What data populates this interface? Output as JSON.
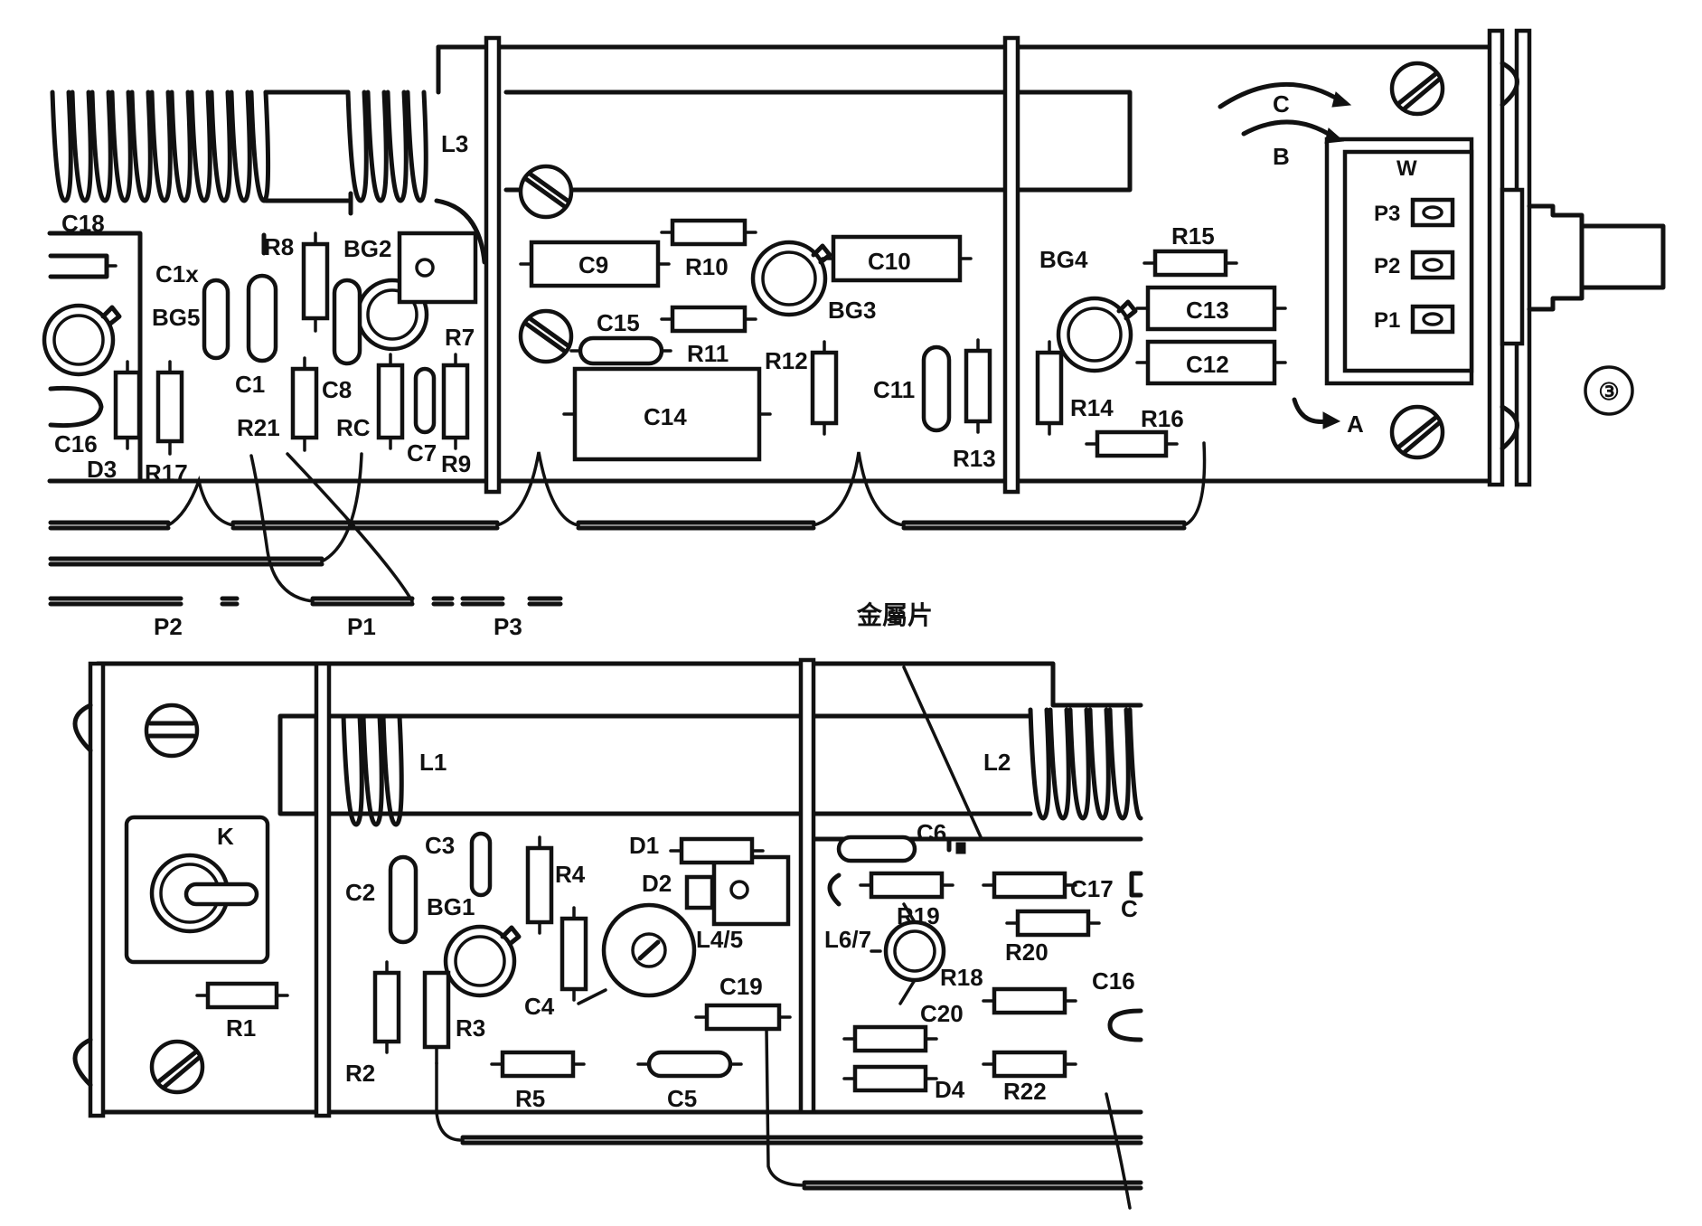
{
  "figure_number": "③",
  "annotation_metal": "金屬片",
  "arrows": {
    "a": "A",
    "b": "B",
    "c": "C"
  },
  "switch": {
    "w": "W",
    "p1": "P1",
    "p2": "P2",
    "p3": "P3"
  },
  "wires_top": {
    "p1": "P1",
    "p2": "P2",
    "p3": "P3"
  },
  "top_board_labels": {
    "c18": "C18",
    "c1x": "C1x",
    "bg5": "BG5",
    "c16": "C16",
    "d3": "D3",
    "r17": "R17",
    "r8": "R8",
    "bg2": "BG2",
    "c1": "C1",
    "r21": "R21",
    "c8": "C8",
    "rc": "RC",
    "c7": "C7",
    "r9": "R9",
    "r7": "R7",
    "l3": "L3",
    "c9": "C9",
    "r10": "R10",
    "c10": "C10",
    "bg3": "BG3",
    "c15": "C15",
    "r11": "R11",
    "c14": "C14",
    "r12": "R12",
    "bg4": "BG4",
    "r15": "R15",
    "c13": "C13",
    "c12": "C12",
    "c11": "C11",
    "r13": "R13",
    "r14": "R14",
    "r16": "R16"
  },
  "bottom_board_labels": {
    "k": "K",
    "r1": "R1",
    "l1": "L1",
    "c3": "C3",
    "c2": "C2",
    "bg1": "BG1",
    "r4": "R4",
    "r2": "R2",
    "r3": "R3",
    "c4": "C4",
    "r5": "R5",
    "d1": "D1",
    "d2": "D2",
    "l45": "L4/5",
    "c19": "C19",
    "c5": "C5",
    "l2": "L2",
    "c6": "C6",
    "c17": "C17",
    "c17b": "C",
    "r19": "R19",
    "l67": "L6/7",
    "r20": "R20",
    "r18": "R18",
    "c20": "C20",
    "c16": "C16",
    "d4": "D4",
    "r22": "R22"
  }
}
